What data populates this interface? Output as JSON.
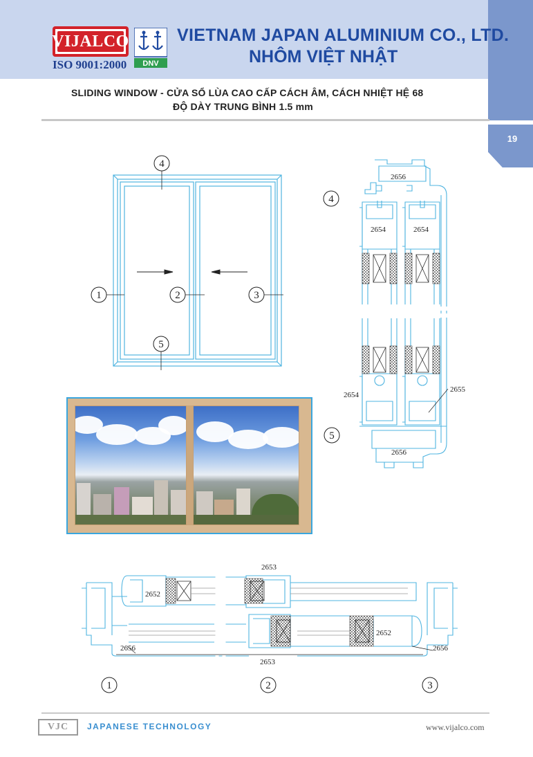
{
  "header": {
    "logo_text": "VIJALCO",
    "iso_text": "ISO 9001:2000",
    "dnv_text": "DNV",
    "company_en": "VIETNAM JAPAN ALUMINIUM CO., LTD.",
    "company_vi": "NHÔM VIỆT NHẬT"
  },
  "page_number": "19",
  "title": {
    "line1": "SLIDING WINDOW - CỬA SỔ LÙA CAO CẤP CÁCH ÂM, CÁCH NHIỆT HỆ 68",
    "line2": "ĐỘ DÀY TRUNG BÌNH 1.5 mm"
  },
  "elevation": {
    "callouts": [
      "4",
      "1",
      "2",
      "3",
      "5"
    ]
  },
  "vertical_section": {
    "callouts": [
      "4",
      "5"
    ],
    "profiles": [
      "2656",
      "2654",
      "2654",
      "2654",
      "2655",
      "2656"
    ]
  },
  "horizontal_section": {
    "profiles": [
      "2653",
      "2652",
      "2652",
      "2656",
      "2653",
      "2656"
    ],
    "callouts": [
      "1",
      "2",
      "3"
    ]
  },
  "footer": {
    "logo_text": "VJC",
    "tagline": "JAPANESE TECHNOLOGY",
    "website": "www.vijalco.com"
  },
  "colors": {
    "brand_red": "#d3222a",
    "brand_blue": "#1f4aa1",
    "header_band": "#c9d6ee",
    "side_band": "#7b97cc",
    "profile_line": "#4fb4e0",
    "footer_accent": "#3a8fd0"
  }
}
